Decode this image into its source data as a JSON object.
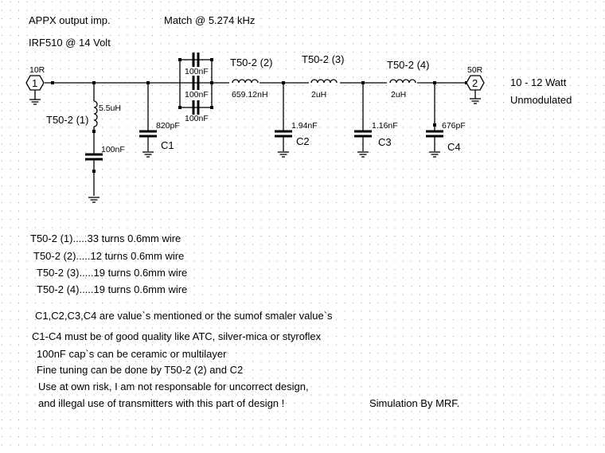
{
  "header": {
    "impedance_label": "APPX output imp.",
    "match_label": "Match @ 5.274 kHz",
    "device_label": "IRF510 @ 14 Volt"
  },
  "schematic": {
    "port1": {
      "number": "1",
      "impedance": "10R"
    },
    "port2": {
      "number": "2",
      "impedance": "50R"
    },
    "l1": {
      "name": "T50-2 (1)",
      "value": "5.5uH"
    },
    "c_series_shunt": {
      "value": "100nF"
    },
    "c1": {
      "name": "C1",
      "value": "820pF"
    },
    "parallel_caps": [
      "100nF",
      "100nF",
      "100nF"
    ],
    "l2": {
      "name": "T50-2 (2)",
      "value": "659.12nH"
    },
    "c2": {
      "name": "C2",
      "value": "1.94nF"
    },
    "l3": {
      "name": "T50-2 (3)",
      "value": "2uH"
    },
    "c3": {
      "name": "C3",
      "value": "1.16nF"
    },
    "l4": {
      "name": "T50-2 (4)",
      "value": "2uH"
    },
    "c4": {
      "name": "C4",
      "value": "676pF"
    },
    "output_power": "10 - 12 Watt",
    "output_mode": "Unmodulated"
  },
  "notes": [
    "T50-2 (1).....33 turns 0.6mm wire",
    "T50-2 (2).....12 turns 0.6mm wire",
    "T50-2 (3).....19 turns 0.6mm wire",
    "T50-2 (4).....19 turns 0.6mm wire",
    "C1,C2,C3,C4 are value`s mentioned or the sumof smaler value`s",
    "C1-C4 must be of good quality like ATC, silver-mica or styroflex",
    "100nF cap`s can be ceramic or multilayer",
    "Fine tuning can be done by T50-2 (2) and C2",
    "Use at own risk, I am not responsable for uncorrect design,",
    "and illegal use of transmitters with this part of design !"
  ],
  "credit": "Simulation By MRF."
}
